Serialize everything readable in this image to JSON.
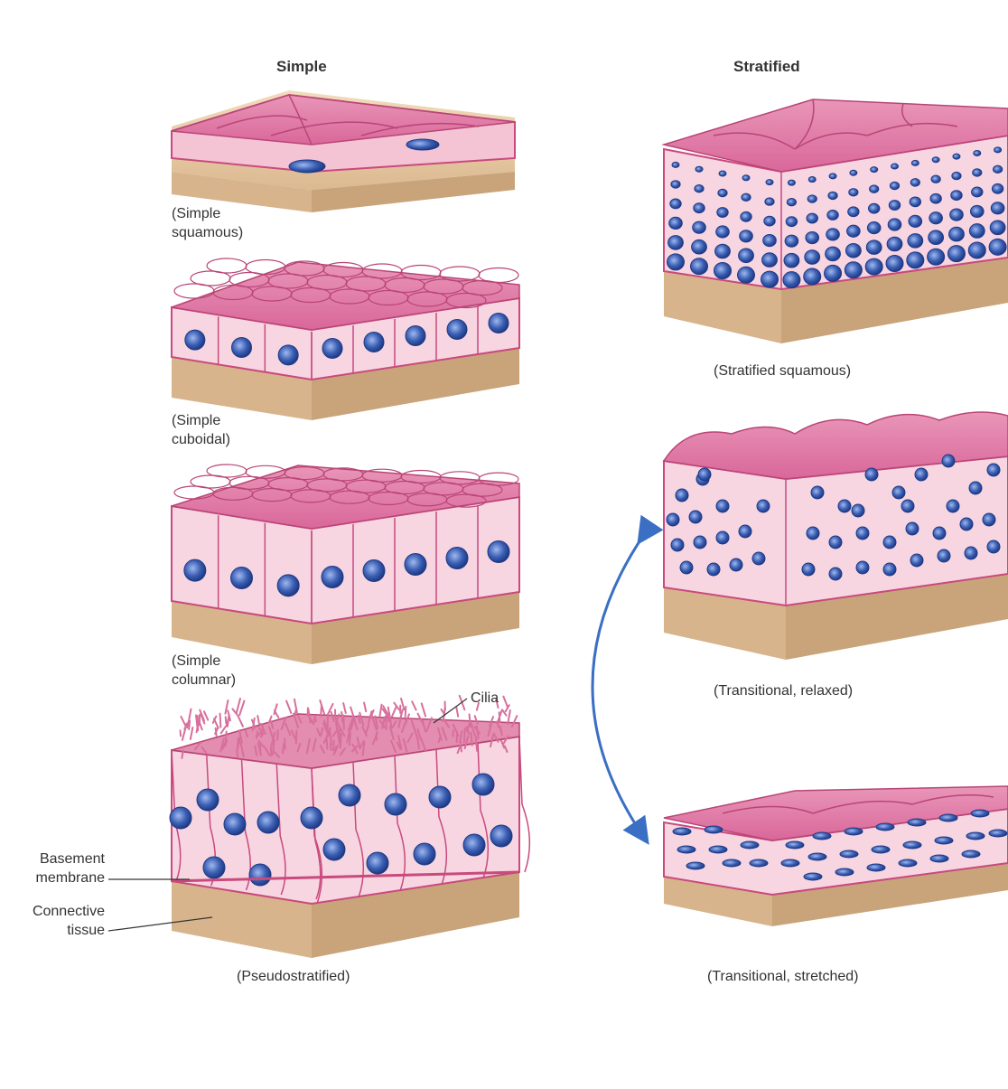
{
  "headers": {
    "simple": "Simple",
    "stratified": "Stratified"
  },
  "captions": {
    "simple_squamous": [
      "(Simple",
      "squamous)"
    ],
    "simple_cuboidal": [
      "(Simple",
      "cuboidal)"
    ],
    "simple_columnar": [
      "(Simple",
      "columnar)"
    ],
    "pseudostratified": "(Pseudostratified)",
    "stratified_squamous": "(Stratified squamous)",
    "transitional_relaxed": "(Transitional, relaxed)",
    "transitional_stretched": "(Transitional, stretched)"
  },
  "labels": {
    "cilia": "Cilia",
    "basement_membrane": [
      "Basement",
      "membrane"
    ],
    "connective_tissue": [
      "Connective",
      "tissue"
    ]
  },
  "colors": {
    "cell_fill": "#f6cfdc",
    "cell_top": "#e27ea6",
    "membrane": "#c94a7d",
    "connective": "#edd3b0",
    "connective_shade": "#d4b08a",
    "nucleus": "#3b5fb3",
    "arrow": "#3a6fc4"
  }
}
